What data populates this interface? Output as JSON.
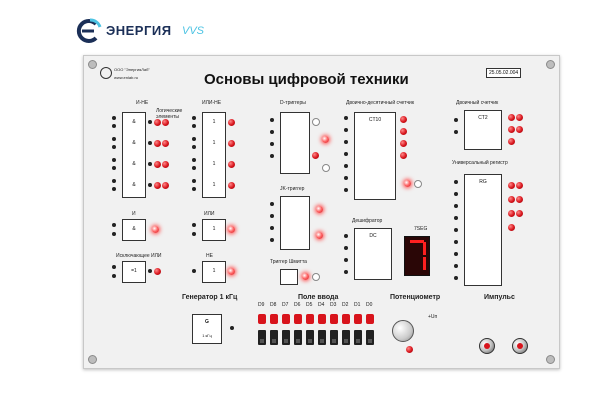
{
  "brand": {
    "name": "ЭНЕРГИЯ",
    "suffix": "VVS"
  },
  "panel": {
    "title": "Основы цифровой техники",
    "doc_code": "25.05.02.004",
    "company": [
      "ООО \"ЭнергияЛаб\"",
      "www.enlab.ru"
    ]
  },
  "sections": {
    "and_not": "И-НЕ",
    "logic_elements": "Логические элементы",
    "or_not": "ИЛИ-НЕ",
    "d_trigger": "D-триггеры",
    "bcd_counter": "Двоично-десятичный счетчик",
    "binary_counter": "Двоичный счетчик",
    "universal_register": "Универсальный регистр",
    "and": "И",
    "or": "ИЛИ",
    "jk_trigger": "JK-триггер",
    "decoder": "Дешифратор",
    "xor": "Исключающее ИЛИ",
    "not": "НЕ",
    "schmitt": "Триггер Шмитта",
    "generator": "Генератор 1 кГц",
    "input_field": "Поле ввода",
    "potentiometer": "Потенциометр",
    "pulse": "Импульс"
  },
  "gate_symbols": {
    "and": "&",
    "or": "1",
    "xor": "=1",
    "not": "1",
    "ct10": "CT10",
    "ct2": "CT2",
    "dc": "DC",
    "rg": "RG"
  },
  "generator": {
    "label": "G",
    "freq": "1 кГц"
  },
  "seven_seg": {
    "label": "7SEG"
  },
  "input_labels": [
    "D9",
    "D8",
    "D7",
    "D6",
    "D5",
    "D4",
    "D3",
    "D2",
    "D1",
    "D0"
  ],
  "pot": {
    "label": "+Uп"
  }
}
